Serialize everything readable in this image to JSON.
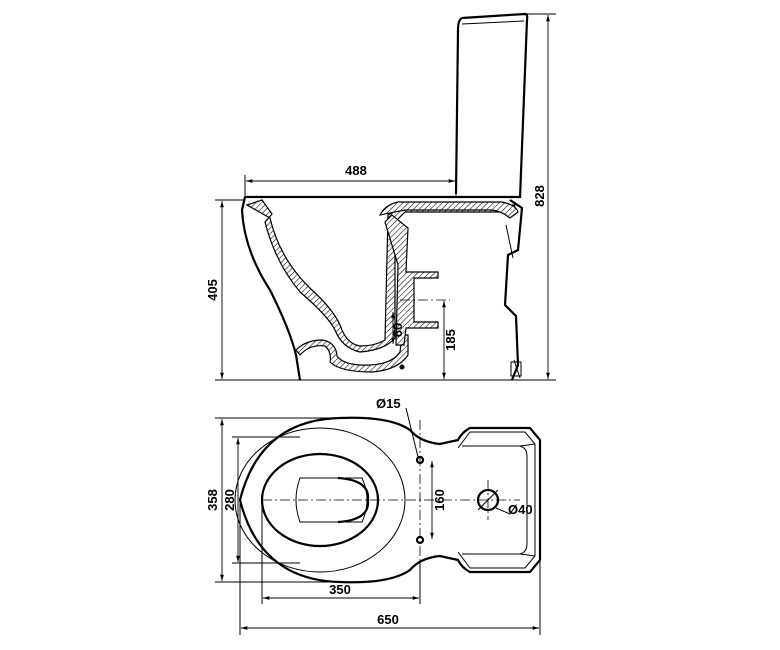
{
  "side_view": {
    "dims": {
      "seat_depth": "488",
      "seat_height": "405",
      "total_height": "828",
      "outlet_height": "185",
      "outlet_size": "60"
    }
  },
  "top_view": {
    "dims": {
      "outer_width": "358",
      "bowl_width": "280",
      "bowl_length": "350",
      "total_length": "650",
      "bolt_spacing": "160",
      "bolt_hole": "Ø15",
      "water_inlet": "Ø40"
    }
  }
}
